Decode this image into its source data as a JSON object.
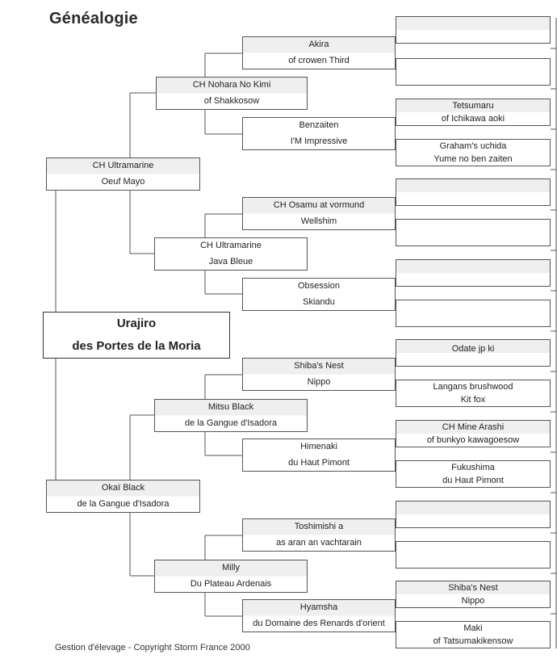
{
  "page": {
    "title": "Généalogie",
    "footer": "Gestion d'élevage  -  Copyright Storm France 2000"
  },
  "subject": {
    "line1": "Urajiro",
    "line2": "des Portes de la Moria"
  },
  "gen1": {
    "sire": {
      "line1": "CH Ultramarine",
      "line2": "Oeuf Mayo"
    },
    "dam": {
      "line1": "Okaï Black",
      "line2": "de la Gangue d'Isadora"
    }
  },
  "gen2": [
    {
      "line1": "CH Nohara No Kimi",
      "line2": "of Shakkosow"
    },
    {
      "line1": "CH Ultramarine",
      "line2": "Java Bleue"
    },
    {
      "line1": "Mitsu Black",
      "line2": "de la Gangue d'Isadora"
    },
    {
      "line1": "Milly",
      "line2": "Du Plateau Ardenais"
    }
  ],
  "gen3": [
    {
      "line1": "Akira",
      "line2": "of crowen Third"
    },
    {
      "line1": "Benzaiten",
      "line2": "I'M Impressive"
    },
    {
      "line1": "CH Osamu at vormund",
      "line2": "Wellshim"
    },
    {
      "line1": "Obsession",
      "line2": "Skiandu"
    },
    {
      "line1": "Shiba's Nest",
      "line2": "Nippo"
    },
    {
      "line1": "Himenaki",
      "line2": "du Haut Pimont"
    },
    {
      "line1": "Toshimishi a",
      "line2": "as aran an vachtarain"
    },
    {
      "line1": "Hyamsha",
      "line2": "du Domaine des Renards d'orient"
    }
  ],
  "gen4": [
    {
      "line1": "",
      "line2": ""
    },
    {
      "line1": "",
      "line2": ""
    },
    {
      "line1": "Tetsumaru",
      "line2": "of Ichikawa aoki"
    },
    {
      "line1": "Graham's uchida",
      "line2": "Yume no ben zaiten"
    },
    {
      "line1": "",
      "line2": ""
    },
    {
      "line1": "",
      "line2": ""
    },
    {
      "line1": "",
      "line2": ""
    },
    {
      "line1": "",
      "line2": ""
    },
    {
      "line1": "Odate jp ki",
      "line2": ""
    },
    {
      "line1": "Langans brushwood",
      "line2": "Kit fox"
    },
    {
      "line1": "CH Mine Arashi",
      "line2": "of  bunkyo kawagoesow"
    },
    {
      "line1": "Fukushima",
      "line2": "du Haut Pimont"
    },
    {
      "line1": "",
      "line2": ""
    },
    {
      "line1": "",
      "line2": ""
    },
    {
      "line1": "Shiba's Nest",
      "line2": "Nippo"
    },
    {
      "line1": "Maki",
      "line2": "of Tatsumakikensow"
    }
  ]
}
